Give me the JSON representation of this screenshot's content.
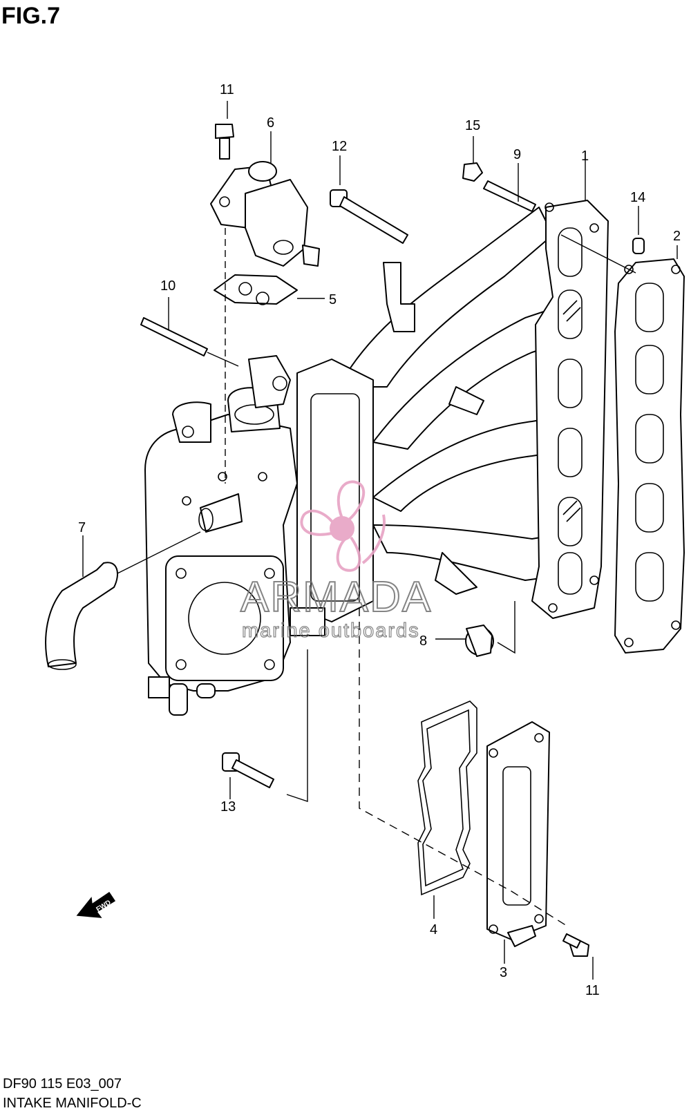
{
  "figure_label": "FIG.7",
  "callouts": [
    {
      "id": "c11a",
      "text": "11"
    },
    {
      "id": "c6",
      "text": "6"
    },
    {
      "id": "c12",
      "text": "12"
    },
    {
      "id": "c15",
      "text": "15"
    },
    {
      "id": "c9",
      "text": "9"
    },
    {
      "id": "c1",
      "text": "1"
    },
    {
      "id": "c14",
      "text": "14"
    },
    {
      "id": "c2",
      "text": "2"
    },
    {
      "id": "c10",
      "text": "10"
    },
    {
      "id": "c5",
      "text": "5"
    },
    {
      "id": "c7",
      "text": "7"
    },
    {
      "id": "c8",
      "text": "8"
    },
    {
      "id": "c13",
      "text": "13"
    },
    {
      "id": "c4",
      "text": "4"
    },
    {
      "id": "c3",
      "text": "3"
    },
    {
      "id": "c11b",
      "text": "11"
    }
  ],
  "fwd_label": "FWD",
  "watermark": {
    "brand": "ARMADA",
    "tagline": "marine outboards",
    "color": "#e7a3c4"
  },
  "footer": {
    "model_code": "DF90 115 E03_007",
    "section_name": "INTAKE MANIFOLD-C"
  }
}
